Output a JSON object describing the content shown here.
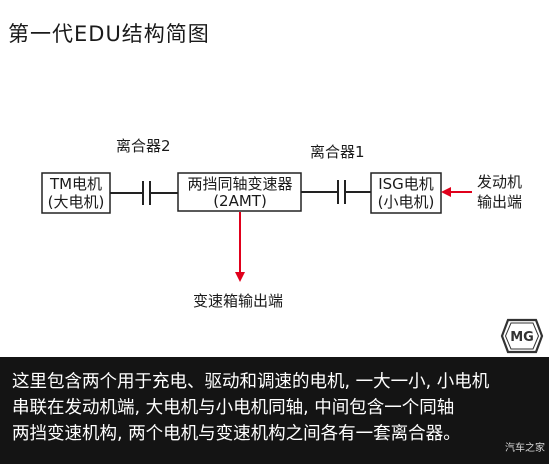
{
  "title": "第一代EDU结构简图",
  "diagram": {
    "tm_motor": {
      "line1": "TM电机",
      "line2": "(大电机)"
    },
    "transmission": {
      "line1": "两挡同轴变速器",
      "line2": "(2AMT)"
    },
    "isg_motor": {
      "line1": "ISG电机",
      "line2": "(小电机)"
    },
    "clutch2_label": "离合器2",
    "clutch1_label": "离合器1",
    "engine_output": {
      "line1": "发动机",
      "line2": "输出端"
    },
    "gearbox_output": "变速箱输出端",
    "arrow_color": "#e0001b"
  },
  "logo": {
    "icon": "mg-logo-icon",
    "text": "MG"
  },
  "caption": {
    "line1": "这里包含两个用于充电、驱动和调速的电机, 一大一小, 小电机",
    "line2": "串联在发动机端, 大电机与小电机同轴, 中间包含一个同轴",
    "line3": "两挡变速机构, 两个电机与变速机构之间各有一套离合器。"
  },
  "watermark": "汽车之家"
}
